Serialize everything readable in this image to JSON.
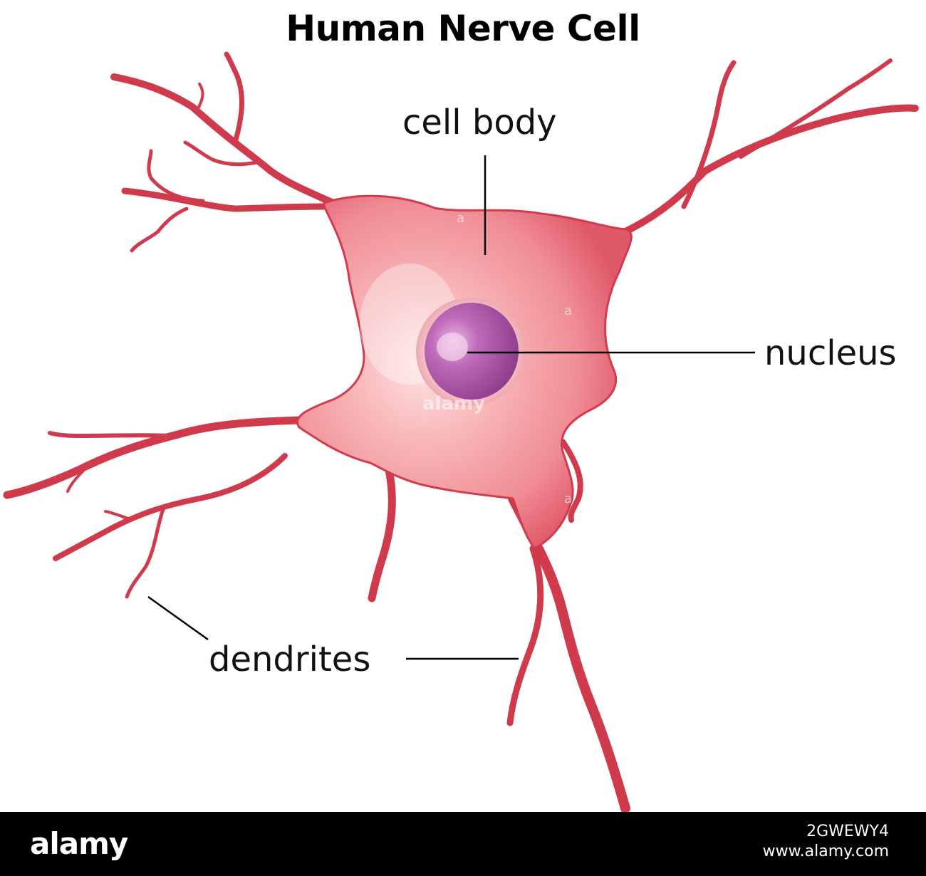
{
  "title": "Human Nerve Cell",
  "labels": {
    "cell_body": "cell body",
    "nucleus": "nucleus",
    "dendrites": "dendrites"
  },
  "watermark": {
    "center": "alamy",
    "mark": "a"
  },
  "footer": {
    "brand": "alamy",
    "image_id": "2GWEWY4",
    "site": "www.alamy.com"
  },
  "colors": {
    "cell_fill": "#ef8a93",
    "cell_edge": "#d23b4d",
    "dendrite": "#cf3a4c",
    "nucleus": "#a34b9f",
    "nucleus_halo": "#e6a9b4",
    "leader_line": "#000000",
    "footer_bg": "#000000"
  }
}
